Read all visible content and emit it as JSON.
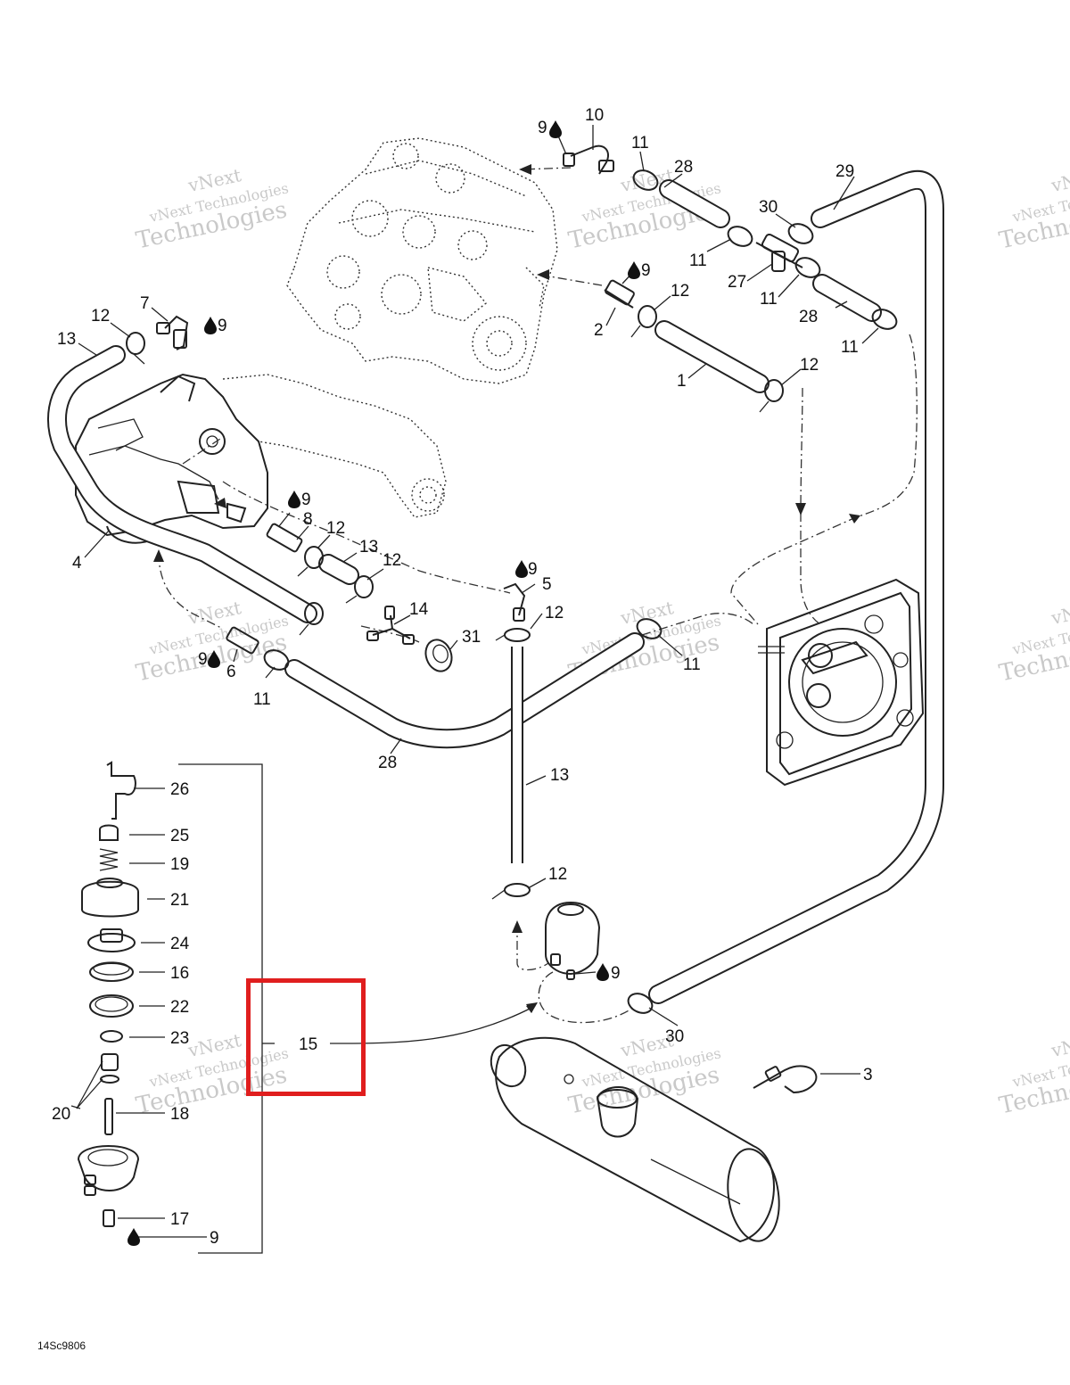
{
  "diagram": {
    "code": "14Sc9806",
    "watermark_line1": "vNext Technologies",
    "watermark_line2": "Technologies",
    "watermark_top": "vNext",
    "highlight_color": "#e01e1e",
    "callouts": [
      {
        "id": "c-10",
        "text": "10"
      },
      {
        "id": "c-9a",
        "text": "9"
      },
      {
        "id": "c-11a",
        "text": "11"
      },
      {
        "id": "c-28a",
        "text": "28"
      },
      {
        "id": "c-29",
        "text": "29"
      },
      {
        "id": "c-30a",
        "text": "30"
      },
      {
        "id": "c-11b",
        "text": "11"
      },
      {
        "id": "c-27",
        "text": "27"
      },
      {
        "id": "c-11c",
        "text": "11"
      },
      {
        "id": "c-28b",
        "text": "28"
      },
      {
        "id": "c-11d",
        "text": "11"
      },
      {
        "id": "c-9b",
        "text": "9"
      },
      {
        "id": "c-12a",
        "text": "12"
      },
      {
        "id": "c-2",
        "text": "2"
      },
      {
        "id": "c-1",
        "text": "1"
      },
      {
        "id": "c-12b",
        "text": "12"
      },
      {
        "id": "c-7",
        "text": "7"
      },
      {
        "id": "c-12c",
        "text": "12"
      },
      {
        "id": "c-9c",
        "text": "9"
      },
      {
        "id": "c-13a",
        "text": "13"
      },
      {
        "id": "c-4",
        "text": "4"
      },
      {
        "id": "c-9d",
        "text": "9"
      },
      {
        "id": "c-8",
        "text": "8"
      },
      {
        "id": "c-12d",
        "text": "12"
      },
      {
        "id": "c-13b",
        "text": "13"
      },
      {
        "id": "c-12e",
        "text": "12"
      },
      {
        "id": "c-14",
        "text": "14"
      },
      {
        "id": "c-9e",
        "text": "9"
      },
      {
        "id": "c-5",
        "text": "5"
      },
      {
        "id": "c-12f",
        "text": "12"
      },
      {
        "id": "c-31",
        "text": "31"
      },
      {
        "id": "c-9f",
        "text": "9"
      },
      {
        "id": "c-6",
        "text": "6"
      },
      {
        "id": "c-11e",
        "text": "11"
      },
      {
        "id": "c-11f",
        "text": "11"
      },
      {
        "id": "c-28c",
        "text": "28"
      },
      {
        "id": "c-13c",
        "text": "13"
      },
      {
        "id": "c-12g",
        "text": "12"
      },
      {
        "id": "c-9g",
        "text": "9"
      },
      {
        "id": "c-30b",
        "text": "30"
      },
      {
        "id": "c-3",
        "text": "3"
      },
      {
        "id": "c-15",
        "text": "15"
      },
      {
        "id": "c-26",
        "text": "26"
      },
      {
        "id": "c-25",
        "text": "25"
      },
      {
        "id": "c-19",
        "text": "19"
      },
      {
        "id": "c-21",
        "text": "21"
      },
      {
        "id": "c-24",
        "text": "24"
      },
      {
        "id": "c-16",
        "text": "16"
      },
      {
        "id": "c-22",
        "text": "22"
      },
      {
        "id": "c-23",
        "text": "23"
      },
      {
        "id": "c-20",
        "text": "20"
      },
      {
        "id": "c-18",
        "text": "18"
      },
      {
        "id": "c-17",
        "text": "17"
      },
      {
        "id": "c-9h",
        "text": "9"
      }
    ]
  }
}
